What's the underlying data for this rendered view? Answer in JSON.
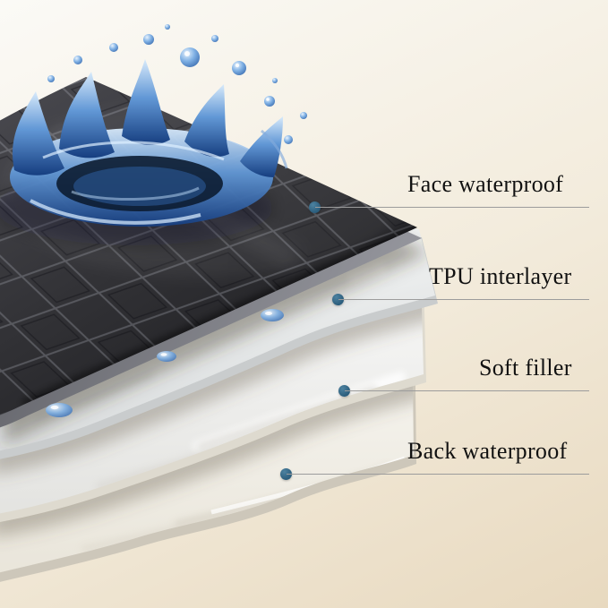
{
  "callouts": [
    {
      "label": "Face waterproof"
    },
    {
      "label": "TPU interlayer"
    },
    {
      "label": "Soft filler"
    },
    {
      "label": "Back waterproof"
    }
  ],
  "colors": {
    "background_top": "#fbfaf6",
    "background_bottom": "#e8d9bf",
    "label_text": "#111111",
    "leader_line": "#9c9c9c",
    "marker_dot": "#2b5d7c",
    "water_accent": "#2a5ea8",
    "fabric_dark": "#2e2e33"
  }
}
